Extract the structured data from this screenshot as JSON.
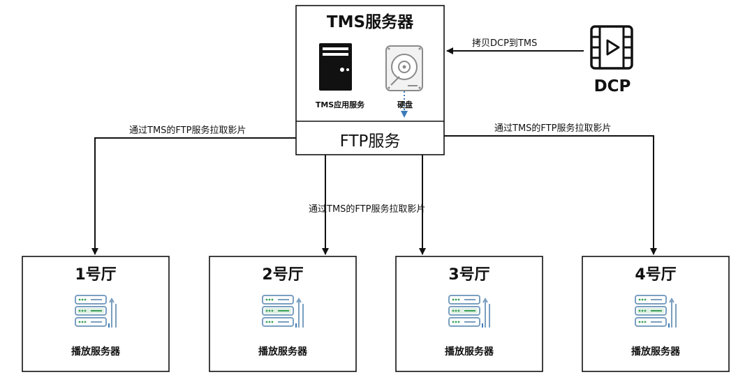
{
  "tms": {
    "title": "TMS服务器",
    "app_service_label": "TMS应用服务",
    "disk_label": "硬盘",
    "ftp_label": "FTP服务"
  },
  "dcp": {
    "label": "DCP",
    "copy_label": "拷贝DCP到TMS"
  },
  "pull_labels": {
    "left": "通过TMS的FTP服务拉取影片",
    "right": "通过TMS的FTP服务拉取影片",
    "center": "通过TMS的FTP服务拉取影片"
  },
  "halls": [
    {
      "name": "1号厅",
      "server_label": "播放服务器"
    },
    {
      "name": "2号厅",
      "server_label": "播放服务器"
    },
    {
      "name": "3号厅",
      "server_label": "播放服务器"
    },
    {
      "name": "4号厅",
      "server_label": "播放服务器"
    }
  ],
  "colors": {
    "line": "#111111",
    "icon_blue": "#7a9fc0",
    "icon_green": "#3aa05a",
    "disk_gray": "#8a8a8a",
    "arrow_blue": "#3a7ab8"
  }
}
